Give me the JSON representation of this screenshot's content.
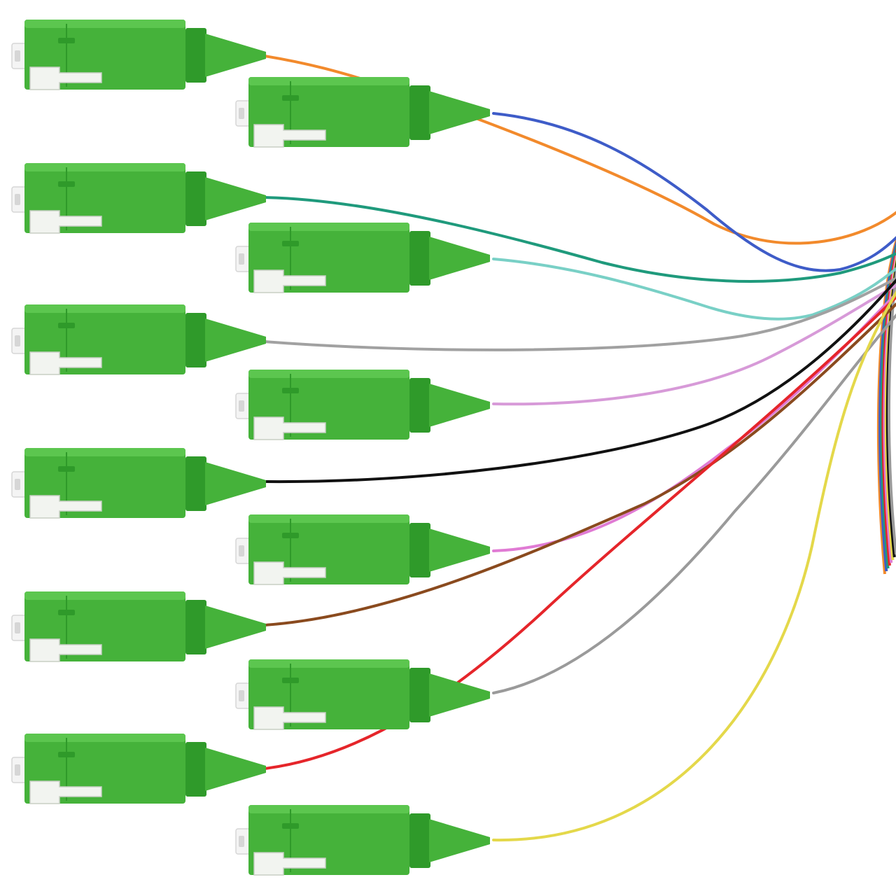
{
  "palette": {
    "background": "#ffffff",
    "connector_body": "#45b23a",
    "connector_shade": "#2f9a2a",
    "connector_light": "#5cc64f",
    "ferrule": "#f4f4f4",
    "ferrule_shadow": "#d6d6d6",
    "latch": "#f2f4f0"
  },
  "pigtails": [
    {
      "name": "pigtail-orange",
      "fiber_color": "#f28a2c"
    },
    {
      "name": "pigtail-blue",
      "fiber_color": "#3e5cc8"
    },
    {
      "name": "pigtail-green",
      "fiber_color": "#1f9a7c"
    },
    {
      "name": "pigtail-aqua",
      "fiber_color": "#79d0c6"
    },
    {
      "name": "pigtail-gray",
      "fiber_color": "#a1a1a1"
    },
    {
      "name": "pigtail-violet",
      "fiber_color": "#d79ad8"
    },
    {
      "name": "pigtail-black",
      "fiber_color": "#111111"
    },
    {
      "name": "pigtail-rose",
      "fiber_color": "#e07bd4"
    },
    {
      "name": "pigtail-brown",
      "fiber_color": "#8a4a1e"
    },
    {
      "name": "pigtail-slate",
      "fiber_color": "#9a9a9a"
    },
    {
      "name": "pigtail-red",
      "fiber_color": "#e5252a"
    },
    {
      "name": "pigtail-yellow",
      "fiber_color": "#e4d84a"
    }
  ],
  "bundle_colors": [
    "#f28a2c",
    "#3e5cc8",
    "#1f9a7c",
    "#e5252a",
    "#e07bd4",
    "#e4d84a",
    "#111111",
    "#9a9a9a"
  ]
}
